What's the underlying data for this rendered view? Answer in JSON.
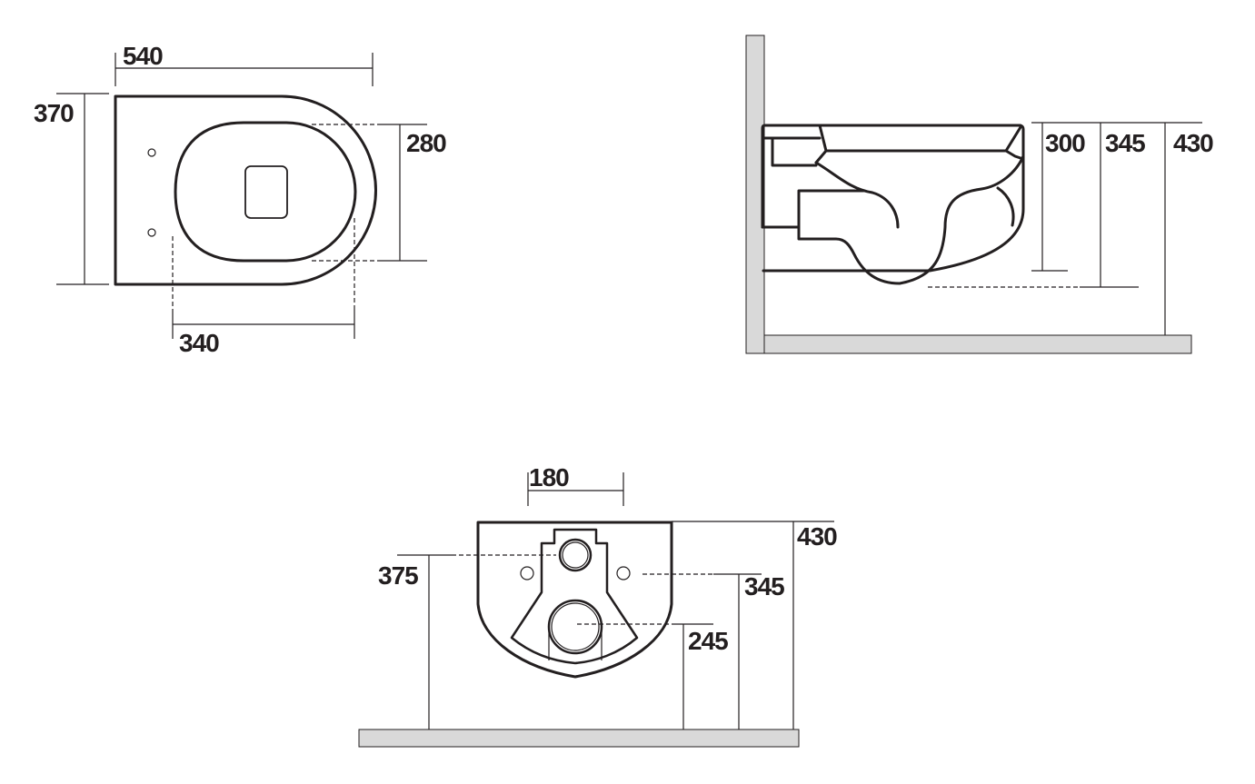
{
  "top_view": {
    "width_label": "540",
    "depth_label": "370",
    "seat_width_label": "280",
    "seat_length_label": "340"
  },
  "side_view": {
    "rim_height_label": "300",
    "outlet_height_label": "345",
    "total_height_label": "430"
  },
  "rear_view": {
    "fixing_spacing_label": "180",
    "total_height_label": "430",
    "inlet_height_label": "375",
    "fixing_height_label": "345",
    "outlet_height_label": "245"
  }
}
